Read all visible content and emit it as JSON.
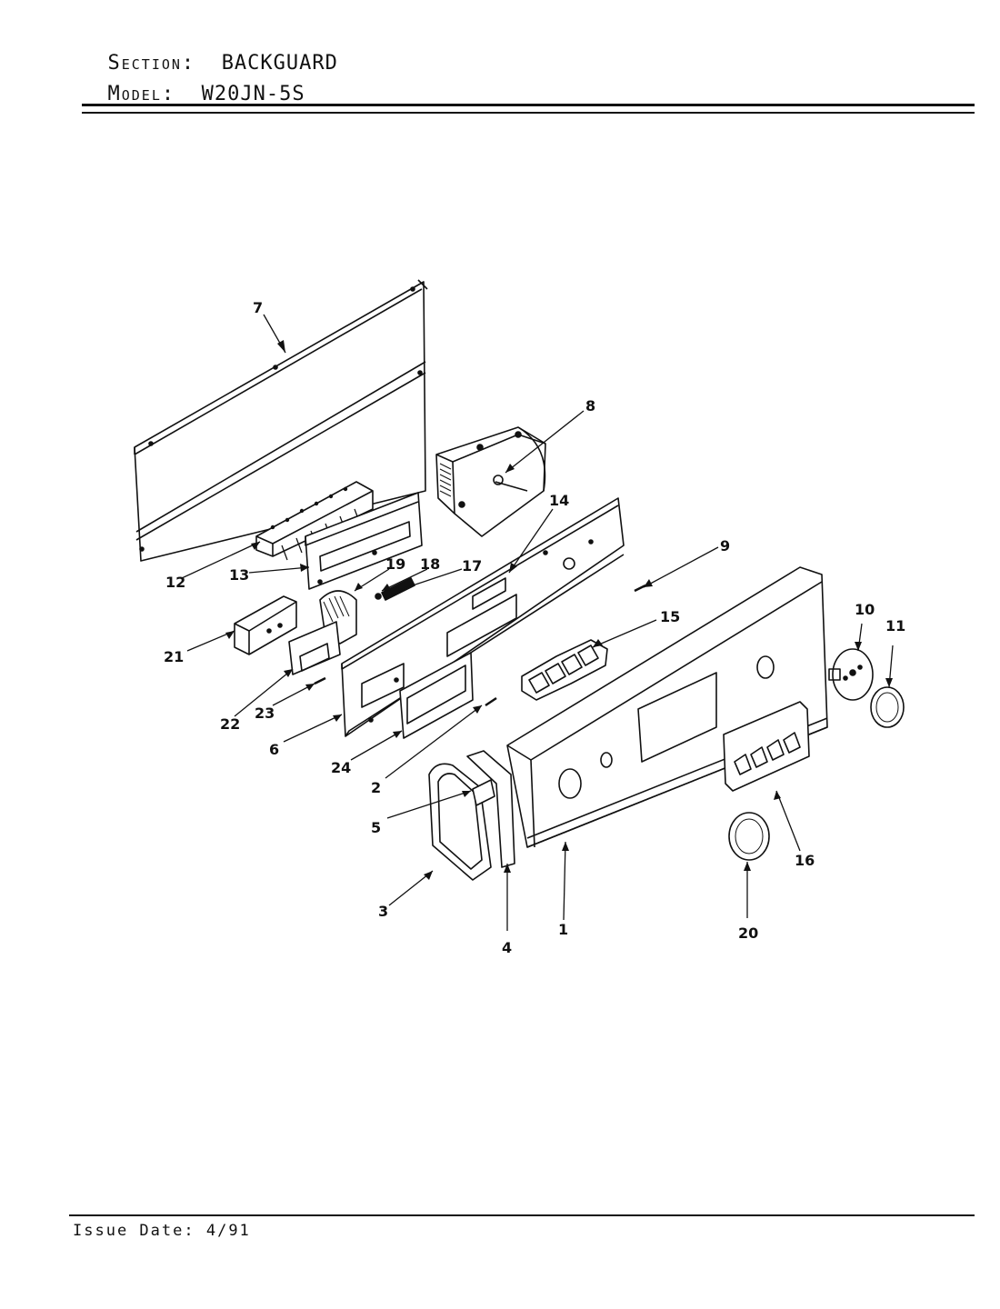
{
  "header": {
    "section_label": "Section:",
    "section_value": "BACKGUARD",
    "model_label": "Model:",
    "model_value": "W20JN-5S"
  },
  "callouts": [
    "1",
    "2",
    "3",
    "4",
    "5",
    "6",
    "7",
    "8",
    "9",
    "10",
    "11",
    "12",
    "13",
    "14",
    "15",
    "16",
    "17",
    "18",
    "19",
    "20",
    "21",
    "22",
    "23",
    "24"
  ],
  "footer": {
    "issue_label": "Issue Date:",
    "issue_value": "4/91"
  }
}
